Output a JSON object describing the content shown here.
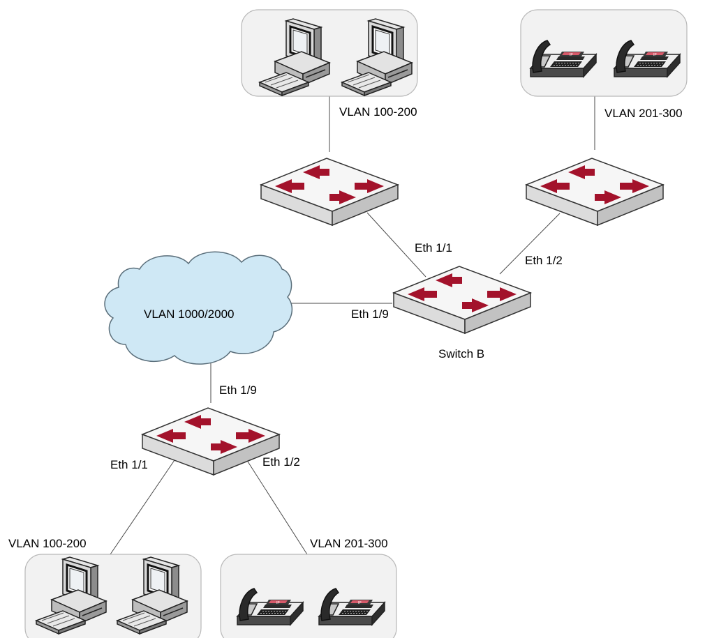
{
  "colors": {
    "background": "#ffffff",
    "group_box_fill": "#f2f2f2",
    "group_box_stroke": "#b8b8b8",
    "cloud_fill": "#cfe8f5",
    "cloud_stroke": "#5a6e7a",
    "switch_top": "#f5f5f5",
    "switch_side": "#c8c8c8",
    "switch_front": "#dcdcdc",
    "arrow": "#a3122b",
    "link": "#4a4a4a"
  },
  "groups": {
    "top_left": {
      "device": "desktop-computer-icon",
      "count": 2
    },
    "top_right": {
      "device": "ip-phone-icon",
      "count": 2,
      "phone_badge": "IP"
    },
    "bottom_left": {
      "device": "desktop-computer-icon",
      "count": 2
    },
    "bottom_right": {
      "device": "ip-phone-icon",
      "count": 2
    }
  },
  "cloud": {
    "label": "VLAN 1000/2000"
  },
  "switches": {
    "top_left": {
      "icon": "switch-icon"
    },
    "top_right": {
      "icon": "switch-icon"
    },
    "switch_b": {
      "icon": "switch-icon",
      "name": "Switch B"
    },
    "bottom": {
      "icon": "switch-icon"
    }
  },
  "labels": {
    "top_left_vlan": "VLAN 100-200",
    "top_right_vlan": "VLAN 201-300",
    "switch_b_eth1": "Eth 1/1",
    "switch_b_eth2": "Eth 1/2",
    "switch_b_eth9": "Eth 1/9",
    "bottom_eth9": "Eth 1/9",
    "bottom_eth1": "Eth 1/1",
    "bottom_eth2": "Eth 1/2",
    "bottom_left_vlan": "VLAN 100-200",
    "bottom_right_vlan": "VLAN 201-300"
  }
}
